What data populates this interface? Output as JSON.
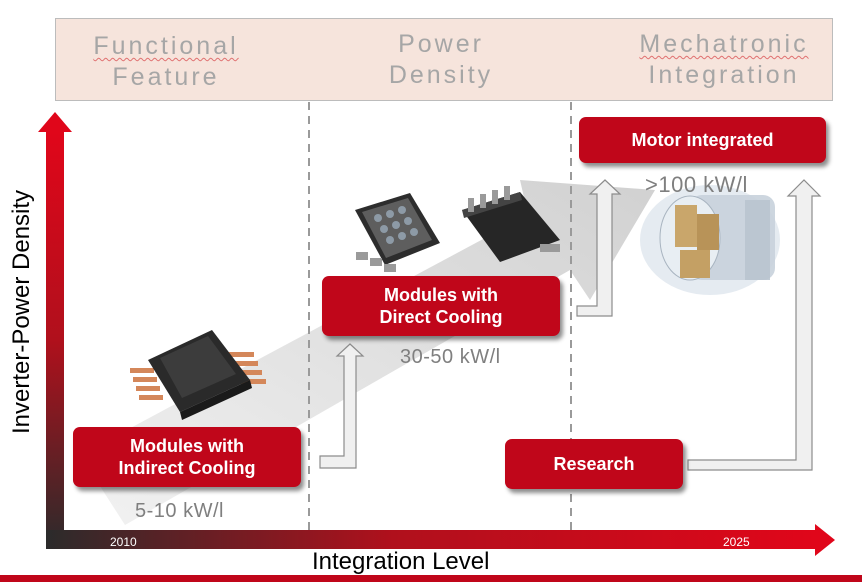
{
  "header": {
    "phases": [
      {
        "line1": "Functional",
        "line2": "Feature"
      },
      {
        "line1": "Power",
        "line2": "Density"
      },
      {
        "line1": "Mechatronic",
        "line2": "Integration"
      }
    ]
  },
  "axes": {
    "x_label": "Integration Level",
    "y_label": "Inverter-Power Density",
    "x_start": "2010",
    "x_end": "2025"
  },
  "stages": [
    {
      "line1": "Modules with",
      "line2": "Indirect Cooling",
      "value": "5-10 kW/l"
    },
    {
      "line1": "Modules with",
      "line2": "Direct Cooling",
      "value": "30-50 kW/l"
    },
    {
      "line1": "Motor integrated",
      "value": ">100 kW/l"
    }
  ],
  "research": {
    "label": "Research"
  },
  "colors": {
    "accent": "#c0061a",
    "header_bg": "#f6e4dc",
    "muted": "#a6a6a6"
  },
  "icons": [
    "module-indirect-cooling-image",
    "module-direct-cooling-image",
    "motor-integrated-image"
  ]
}
